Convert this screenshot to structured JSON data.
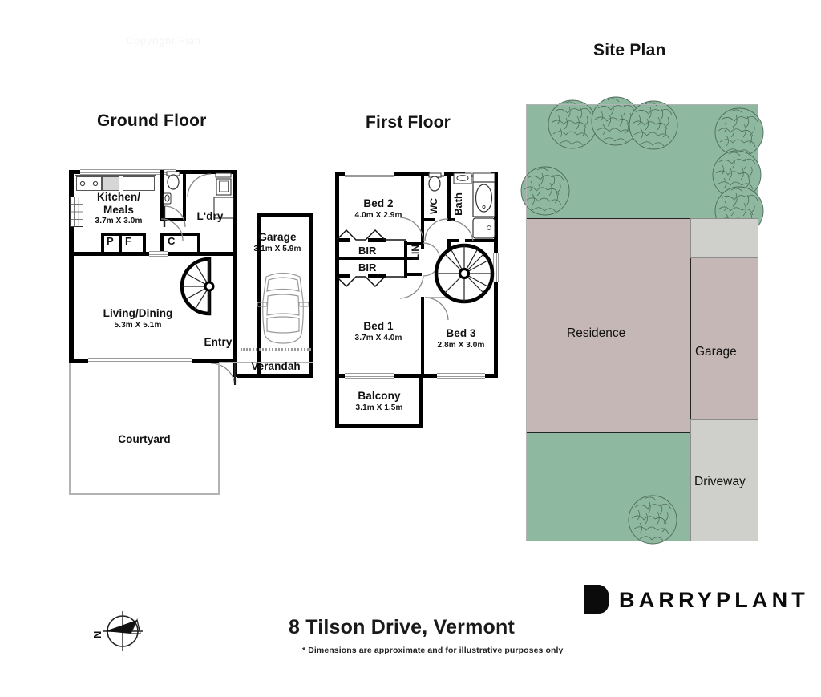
{
  "page": {
    "watermark": "Copyright Plan",
    "address": "8 Tilson Drive, Vermont",
    "disclaimer": "* Dimensions are approximate and for illustrative purposes only"
  },
  "brand": {
    "name": "BARRYPLANT",
    "mark": "barryplant-leaf-mark"
  },
  "compass": {
    "label": "N",
    "name": "compass-rose"
  },
  "titles": {
    "ground": "Ground Floor",
    "first": "First Floor",
    "site": "Site Plan"
  },
  "ground_floor": {
    "rooms": [
      {
        "key": "kitchen",
        "name": "Kitchen/\nMeals",
        "line1": "Kitchen/",
        "line2": "Meals",
        "dims": "3.7m X 3.0m"
      },
      {
        "key": "laundry",
        "name": "L'dry",
        "dims": ""
      },
      {
        "key": "living",
        "name": "Living/Dining",
        "dims": "5.3m X 5.1m"
      },
      {
        "key": "garage",
        "name": "Garage",
        "dims": "3.1m X 5.9m"
      },
      {
        "key": "entry",
        "name": "Entry",
        "dims": ""
      },
      {
        "key": "verandah",
        "name": "Verandah",
        "dims": ""
      },
      {
        "key": "courtyard",
        "name": "Courtyard",
        "dims": ""
      }
    ],
    "markers": [
      {
        "key": "pantry",
        "label": "P"
      },
      {
        "key": "fridge",
        "label": "F"
      },
      {
        "key": "cupboard",
        "label": "C"
      }
    ]
  },
  "first_floor": {
    "rooms": [
      {
        "key": "bed2",
        "name": "Bed 2",
        "dims": "4.0m X 2.9m"
      },
      {
        "key": "bed1",
        "name": "Bed 1",
        "dims": "3.7m X 4.0m"
      },
      {
        "key": "bed3",
        "name": "Bed 3",
        "dims": "2.8m X 3.0m"
      },
      {
        "key": "balcony",
        "name": "Balcony",
        "dims": "3.1m X 1.5m"
      }
    ],
    "markers": [
      {
        "key": "bir-upper",
        "label": "BIR"
      },
      {
        "key": "bir-lower",
        "label": "BIR"
      },
      {
        "key": "linen",
        "label": "LIN"
      },
      {
        "key": "wc",
        "label": "WC"
      },
      {
        "key": "bath",
        "label": "Bath"
      }
    ]
  },
  "site_plan": {
    "areas": [
      {
        "key": "residence",
        "label": "Residence",
        "color": "#c5b7b5"
      },
      {
        "key": "garage",
        "label": "Garage",
        "color": "#c5b7b5"
      },
      {
        "key": "driveway",
        "label": "Driveway",
        "color": "#cfcfcb"
      }
    ],
    "colors": {
      "grass": "#8eb8a0",
      "building": "#c5b7b5",
      "paving": "#cfcfcb",
      "outline": "#222222"
    },
    "tree_count": 8
  }
}
